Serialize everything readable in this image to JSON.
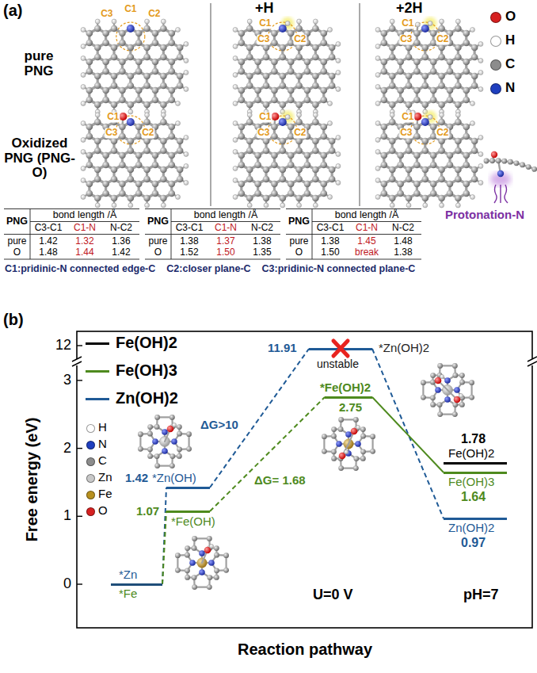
{
  "diagram": {
    "nodes": [
      {
        "text": [
          "*Zn",
          "*Fe"
        ]
      },
      {
        "text": [
          "1.42",
          "*Zn(OH)"
        ]
      },
      {
        "text": [
          "1.07",
          "*Fe(OH)"
        ]
      },
      {
        "text": [
          "11.91",
          "*Zn(OH)2",
          "unstable"
        ]
      },
      {
        "text": [
          "*Fe(OH)2",
          "2.75"
        ]
      },
      {
        "text": [
          "1.78",
          "Fe(OH)2"
        ]
      },
      {
        "text": [
          "Fe(OH)3",
          "1.64"
        ]
      },
      {
        "text": [
          "Zn(OH)2",
          "0.97"
        ]
      }
    ],
    "edges": [
      {
        "from": 0,
        "to": 1,
        "arrow": "none"
      },
      {
        "from": 0,
        "to": 2,
        "arrow": "none"
      },
      {
        "from": 1,
        "to": 3,
        "arrow": "none",
        "label": "ΔG>10"
      },
      {
        "from": 2,
        "to": 4,
        "arrow": "none",
        "label": "ΔG= 1.68"
      },
      {
        "from": 3,
        "to": 7,
        "arrow": "none"
      },
      {
        "from": 4,
        "to": 6,
        "arrow": "none"
      }
    ],
    "labels": [
      "(a)",
      "pure PNG",
      "Oxidized PNG (PNG-O)",
      "+H",
      "+2H",
      "C3",
      "C1",
      "C2",
      "C1",
      "C3",
      "C2",
      "C1",
      "C3",
      "C2",
      "C1",
      "C3",
      "C2",
      "C1",
      "C3",
      "C2",
      "C1",
      "C3",
      "C2",
      "Protonation-N",
      "PNG",
      "bond length /Å",
      "C3-C1",
      "C1-N",
      "N-C2",
      "pure",
      "1.42",
      "1.32",
      "1.36",
      "O",
      "1.48",
      "1.44",
      "1.42",
      "PNG",
      "bond length /Å",
      "C3-C1",
      "C1-N",
      "N-C2",
      "pure",
      "1.38",
      "1.37",
      "1.38",
      "O",
      "1.52",
      "1.50",
      "1.35",
      "PNG",
      "bond length /Å",
      "C3-C1",
      "C1-N",
      "N-C2",
      "pure",
      "1.38",
      "1.45",
      "1.48",
      "O",
      "1.50",
      "break",
      "1.38",
      "C1:pridinic-N connected edge-C",
      "C2:closer plane-C",
      "C3:pridinic-N connected plane-C",
      "(b)",
      "Free energy (eV)",
      "Reaction pathway",
      "U=0 V",
      "pH=7",
      "12",
      "3",
      "2",
      "1",
      "0"
    ],
    "legend": [
      {
        "text": "O",
        "color": "#d62020"
      },
      {
        "text": "H",
        "color": "#ffffff"
      },
      {
        "text": "C",
        "color": "#8c8c8c"
      },
      {
        "text": "N",
        "color": "#1f3fbf"
      },
      {
        "text": "Fe(OH)2",
        "color": "#000000"
      },
      {
        "text": "Fe(OH)3",
        "color": "#4e8a1e"
      },
      {
        "text": "Zn(OH)2",
        "color": "#1f5a96"
      },
      {
        "text": "H",
        "color": "#ffffff"
      },
      {
        "text": "N",
        "color": "#1f3fbf"
      },
      {
        "text": "C",
        "color": "#8c8c8c"
      },
      {
        "text": "Zn",
        "color": "#c8c8c8"
      },
      {
        "text": "Fe",
        "color": "#b8901e"
      },
      {
        "text": "O",
        "color": "#d62020"
      }
    ]
  }
}
